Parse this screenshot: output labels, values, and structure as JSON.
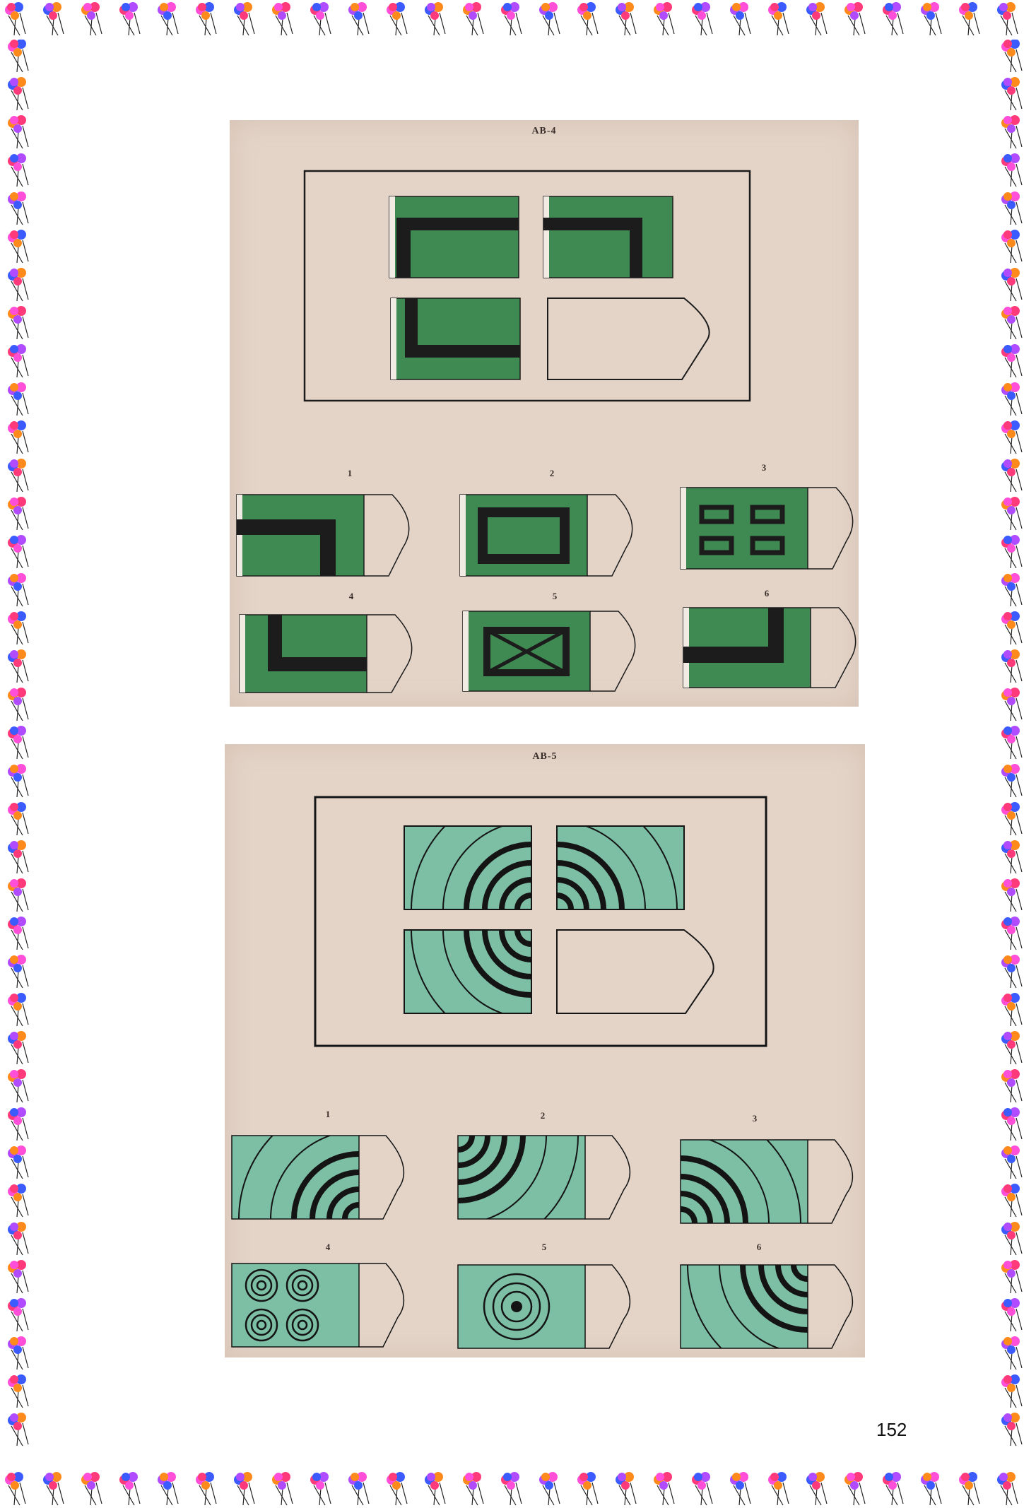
{
  "plates": [
    {
      "label": "AB-4",
      "option_numbers": [
        "1",
        "2",
        "3",
        "4",
        "5",
        "6"
      ],
      "colors": {
        "paper": "#e4d4c8",
        "tile": "#3f8a52",
        "ink": "#1c1c1c"
      }
    },
    {
      "label": "AB-5",
      "option_numbers": [
        "1",
        "2",
        "3",
        "4",
        "5",
        "6"
      ],
      "colors": {
        "paper": "#e2d6cb",
        "tile": "#7dbfa5",
        "ink": "#141414"
      }
    }
  ],
  "page_number": "152",
  "border": {
    "balloon_colors": [
      "#ff4fd8",
      "#3b5bff",
      "#ff8a1c",
      "#ff3a7a",
      "#b04bff"
    ]
  }
}
